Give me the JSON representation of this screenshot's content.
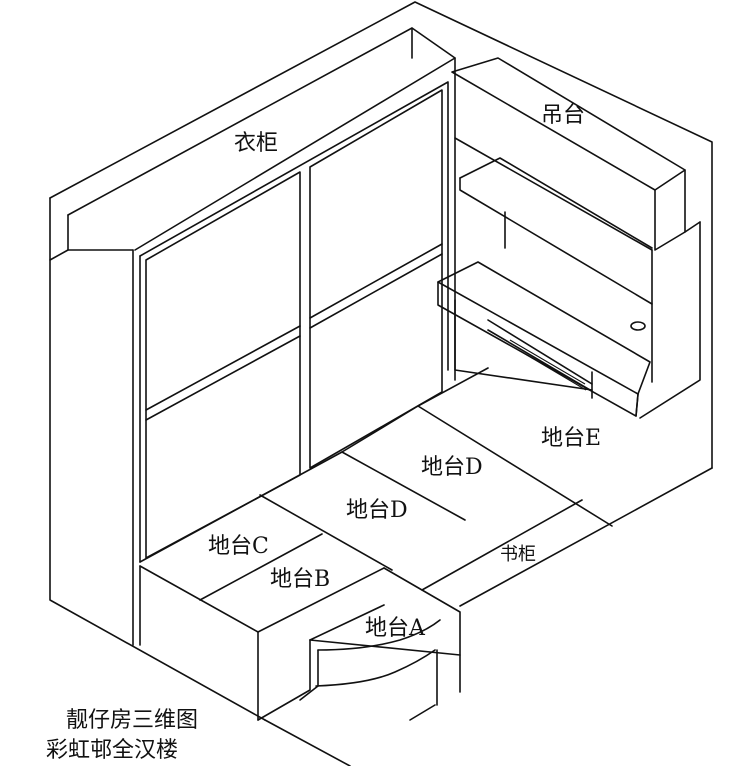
{
  "labels": {
    "wardrobe": "衣柜",
    "hanging_cabinet": "吊台",
    "platform_a": "地台A",
    "platform_b": "地台B",
    "platform_c": "地台C",
    "platform_d_left": "地台D",
    "platform_d_right": "地台D",
    "platform_e": "地台E",
    "bookcase": "书柜"
  },
  "caption": {
    "line1": "靓仔房三维图",
    "line2": "彩虹邨全汉楼"
  }
}
